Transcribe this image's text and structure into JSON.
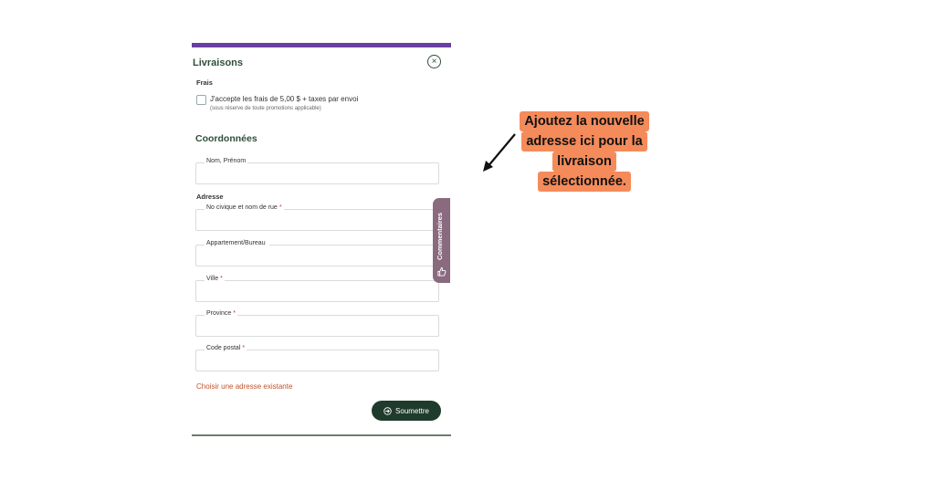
{
  "panel": {
    "title": "Livraisons",
    "close_icon": "×",
    "frais": {
      "label": "Frais",
      "checkbox_label": "J'accepte les frais de 5,00 $ + taxes par envoi",
      "checkbox_note": "(sous réserve de toute promotions applicable)"
    },
    "coordonnees": {
      "title": "Coordonnées",
      "name_field_label": "Nom, Prénom"
    },
    "adresse": {
      "label": "Adresse",
      "fields": [
        {
          "label": "No civique et nom de rue",
          "required": "*"
        },
        {
          "label": "Appartement/Bureau",
          "required": ""
        },
        {
          "label": "Ville",
          "required": "*"
        },
        {
          "label": "Province",
          "required": "*"
        },
        {
          "label": "Code postal",
          "required": "*"
        }
      ]
    },
    "existing_link": "Choisir une adresse existante",
    "submit_label": "Soumettre"
  },
  "feedback_tab": {
    "label": "Commentaires"
  },
  "callout": {
    "lines": [
      "Ajoutez la nouvelle",
      "adresse ici pour la",
      "livraison",
      "sélectionnée."
    ]
  },
  "colors": {
    "accent_top": "#6a3fa0",
    "primary_green": "#1f3b2b",
    "link_orange": "#c0532b",
    "callout_bg": "#f58b5a",
    "tab_bg": "#8a6a7f"
  }
}
